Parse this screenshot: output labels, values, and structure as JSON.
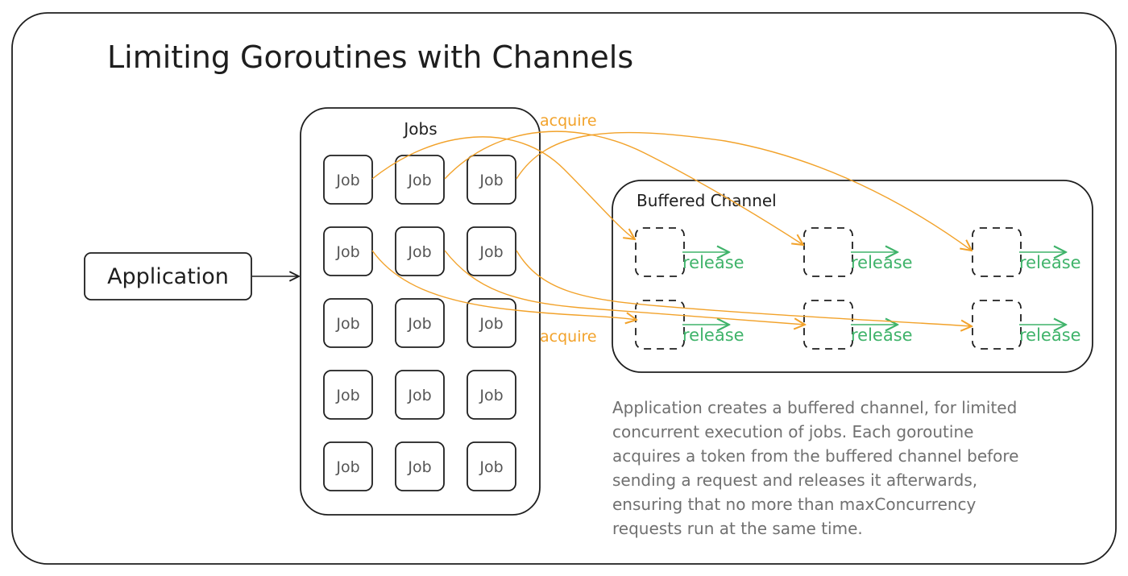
{
  "title": "Limiting Goroutines with Channels",
  "application_label": "Application",
  "jobs_group": {
    "label": "Jobs",
    "job_label": "Job",
    "rows": 5,
    "cols": 3
  },
  "channel": {
    "label": "Buffered Channel",
    "slot_rows": 2,
    "slot_cols": 3,
    "release_label": "release"
  },
  "acquire_labels": [
    "acquire",
    "acquire"
  ],
  "note_lines": [
    "Application creates a buffered channel, for limited",
    "concurrent execution of jobs. Each goroutine",
    "acquires a token from the buffered channel before",
    "sending a request and releases it afterwards,",
    "ensuring that no more than maxConcurrency",
    "requests run at the same time."
  ],
  "colors": {
    "ink": "#1e1e1e",
    "acquire": "#f2a22a",
    "release": "#3fb36a",
    "note": "#707070",
    "job_text": "#555555"
  }
}
